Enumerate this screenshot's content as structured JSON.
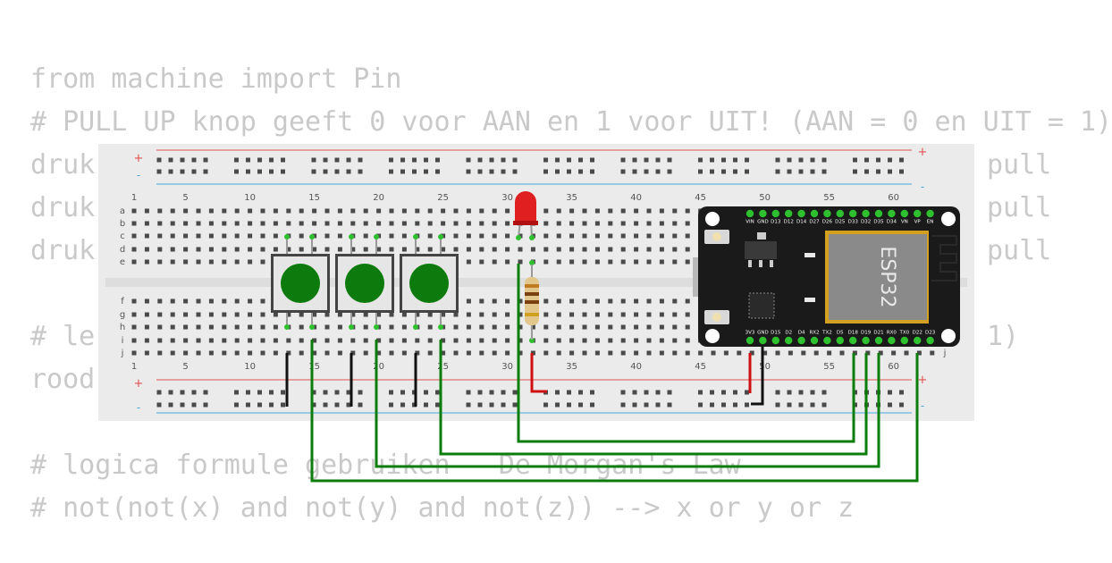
{
  "code": {
    "line_import": "from machine import Pin",
    "line_pullup": "# PULL UP knop geeft 0 voor AAN en 1 voor UIT! (AAN = 0 en UIT = 1)",
    "line_druk1": "druk",
    "line_druk2": "druk",
    "line_druk3": "druk",
    "right_pull1": "pull",
    "right_pull2": "pull",
    "right_pull3": "pull",
    "line_le": "# le",
    "right_1": "1)",
    "line_rood": "rood",
    "line_logica": "# logica formule gebruiken - De Morgan's Law",
    "line_not": "# not(not(x) and not(y) and not(z)) --> x or y or z"
  },
  "breadboard": {
    "rows_top": [
      "a",
      "b",
      "c",
      "d",
      "e"
    ],
    "rows_bottom": [
      "f",
      "g",
      "h",
      "i",
      "j"
    ],
    "column_numbers": [
      "1",
      "5",
      "10",
      "15",
      "20",
      "25",
      "30",
      "35",
      "40",
      "45",
      "50",
      "55",
      "60"
    ],
    "rail_plus": "+",
    "rail_minus": "-"
  },
  "esp32": {
    "label": "ESP32",
    "top_pins": [
      "VIN",
      "GND",
      "D13",
      "D12",
      "D14",
      "D27",
      "D26",
      "D25",
      "D33",
      "D32",
      "D35",
      "D34",
      "VN",
      "VP",
      "EN"
    ],
    "bottom_pins": [
      "3V3",
      "GND",
      "D15",
      "D2",
      "D4",
      "RX2",
      "TX2",
      "D5",
      "D18",
      "D19",
      "D21",
      "RX0",
      "TX0",
      "D22",
      "D23"
    ]
  },
  "colors": {
    "code_text": "#c9c9c9",
    "board": "#ebebeb",
    "hole": "#4a4a4a",
    "rail_red": "#e05050",
    "rail_blue": "#4aa8d8",
    "button_green": "#0c7a0c",
    "wire_green": "#0a7d0a",
    "wire_black": "#111111",
    "wire_red": "#d01010",
    "led": "#e02020",
    "esp32_body": "#1a1a1a",
    "pin_green": "#2ec02e"
  },
  "components": {
    "buttons": 3,
    "led": "red",
    "resistor": true
  }
}
